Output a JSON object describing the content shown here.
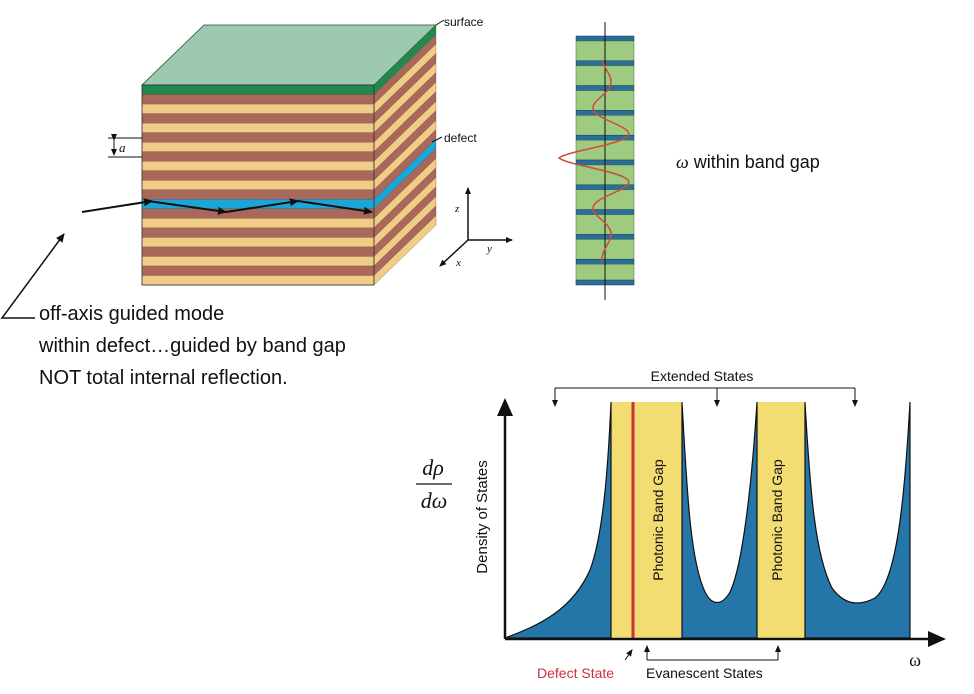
{
  "stack": {
    "label_surface": "surface",
    "label_defect": "defect",
    "label_period": "a",
    "axis_z": "z",
    "axis_y": "y",
    "axis_x": "x",
    "colors": {
      "top_face": "#9dc9b0",
      "surface_layer": "#1f8a4c",
      "light_layer": "#f0cc86",
      "dark_layer": "#a9685a",
      "defect_layer": "#1ca6d8"
    }
  },
  "caption": {
    "line1": "off-axis guided mode",
    "line2": "within defect…guided by band gap",
    "line3": "NOT total internal reflection."
  },
  "mode_profile": {
    "label_omega": "ω",
    "label_text": "within band gap",
    "colors": {
      "cell": "#9fcb80",
      "bar": "#2a6f9a",
      "wave": "#d04a3c"
    }
  },
  "dos_plot": {
    "ylabel": "Density of States",
    "ratio_num": "dρ",
    "ratio_den": "dω",
    "xlabel": "ω",
    "gap1_label": "Photonic Band Gap",
    "gap2_label": "Photonic Band Gap",
    "extended_label": "Extended States",
    "defect_label": "Defect State",
    "evanescent_label": "Evanescent States",
    "colors": {
      "fill": "#2475a8",
      "gap": "#f3dd72",
      "defect_line": "#c8333a",
      "defect_text": "#c8333a"
    }
  }
}
